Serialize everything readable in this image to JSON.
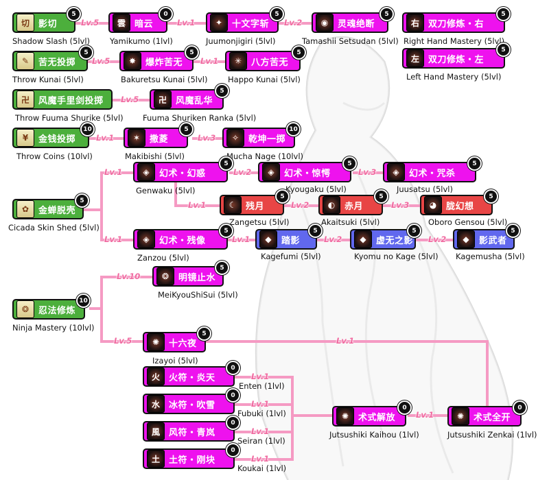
{
  "nodes": {
    "shadow_slash": {
      "title": "影切",
      "badge": "5",
      "name": "Shadow Slash (5lvl)",
      "icon": "切"
    },
    "yamikumo": {
      "title": "暗云",
      "badge": "0",
      "name": "Yamikumo (1lvl)",
      "icon": "雲"
    },
    "juumonjigiri": {
      "title": "十文字斩",
      "badge": "5",
      "name": "Juumonjigiri (5lvl)",
      "icon": "✦"
    },
    "tamashii": {
      "title": "灵魂绝断",
      "badge": "5",
      "name": "Tamashii Setsudan (5lvl)",
      "icon": "◉"
    },
    "right_hand": {
      "title": "双刀修炼・右",
      "badge": "5",
      "name": "Right Hand Mastery (5lvl)",
      "icon": "右"
    },
    "left_hand": {
      "title": "双刀修炼・左",
      "badge": "5",
      "name": "Left Hand Mastery (5lvl)",
      "icon": "左"
    },
    "throw_kunai": {
      "title": "苦无投掷",
      "badge": "5",
      "name": "Throw Kunai (5lvl)",
      "icon": "✎"
    },
    "bakuretsu": {
      "title": "爆炸苦无",
      "badge": "5",
      "name": "Bakuretsu Kunai (5lvl)",
      "icon": "✸"
    },
    "happo": {
      "title": "八方苦无",
      "badge": "5",
      "name": "Happo Kunai (5lvl)",
      "icon": "✳"
    },
    "fuuma_shurike": {
      "title": "风魔手里剑投掷",
      "badge": "5",
      "name": "Throw Fuuma Shurike (5lvl)",
      "icon": "卍"
    },
    "fuuma_ranka": {
      "title": "风魔乱华",
      "badge": "5",
      "name": "Fuuma Shuriken Ranka (5lvl)",
      "icon": "卍"
    },
    "throw_coins": {
      "title": "金钱投掷",
      "badge": "10",
      "name": "Throw Coins (10lvl)",
      "icon": "¥"
    },
    "makibishi": {
      "title": "撒菱",
      "badge": "5",
      "name": "Makibishi (5lvl)",
      "icon": "✶"
    },
    "mucha_nage": {
      "title": "乾坤一掷",
      "badge": "10",
      "name": "Mucha Nage (10lvl)",
      "icon": "✧"
    },
    "cicada": {
      "title": "金蝉脱壳",
      "badge": "5",
      "name": "Cicada Skin Shed (5lvl)",
      "icon": "✿"
    },
    "genwaku": {
      "title": "幻术・幻惑",
      "badge": "5",
      "name": "Genwaku (5lvl)",
      "icon": "◈"
    },
    "kyougaku": {
      "title": "幻术・惊愕",
      "badge": "5",
      "name": "Kyougaku (5lvl)",
      "icon": "◈"
    },
    "juusatsu": {
      "title": "幻术・咒杀",
      "badge": "5",
      "name": "Juusatsu (5lvl)",
      "icon": "◈"
    },
    "zangetsu": {
      "title": "残月",
      "badge": "5",
      "name": "Zangetsu (5lvl)",
      "icon": "☾"
    },
    "akaitsuki": {
      "title": "赤月",
      "badge": "5",
      "name": "Akaitsuki (5lvl)",
      "icon": "◐"
    },
    "oboro": {
      "title": "胧幻想",
      "badge": "5",
      "name": "Oboro Gensou (5lvl)",
      "icon": "◕"
    },
    "zanzou": {
      "title": "幻术・残像",
      "badge": "5",
      "name": "Zanzou (5lvl)",
      "icon": "◈"
    },
    "kagefumi": {
      "title": "踏影",
      "badge": "5",
      "name": "Kagefumi (5lvl)",
      "icon": "◆"
    },
    "kyomu": {
      "title": "虚无之影",
      "badge": "5",
      "name": "Kyomu no Kage (5lvl)",
      "icon": "◆"
    },
    "kagemusha": {
      "title": "影武者",
      "badge": "5",
      "name": "Kagemusha (5lvl)",
      "icon": "◆"
    },
    "meikyou": {
      "title": "明镜止水",
      "badge": "5",
      "name": "MeiKyouShiSui (5lvl)",
      "icon": "❂"
    },
    "ninja_mastery": {
      "title": "忍法修炼",
      "badge": "10",
      "name": "Ninja Mastery (10lvl)",
      "icon": "❂"
    },
    "izayoi": {
      "title": "十六夜",
      "badge": "5",
      "name": "Izayoi (5lvl)",
      "icon": "✺"
    },
    "enten": {
      "title": "火符・炎天",
      "badge": "0",
      "name": "Enten (1lvl)",
      "icon": "火"
    },
    "fubuki": {
      "title": "冰符・吹雪",
      "badge": "0",
      "name": "Fubuki (1lvl)",
      "icon": "水"
    },
    "seiran": {
      "title": "风符・青岚",
      "badge": "0",
      "name": "Seiran (1lvl)",
      "icon": "風"
    },
    "koukai": {
      "title": "土符・刚块",
      "badge": "0",
      "name": "Koukai (1lvl)",
      "icon": "土"
    },
    "kaihou": {
      "title": "术式解放",
      "badge": "0",
      "name": "Jutsushiki Kaihou (1lvl)",
      "icon": "✺"
    },
    "zenkai": {
      "title": "术式全开",
      "badge": "0",
      "name": "Jutsushiki Zenkai (1lvl)",
      "icon": "✺"
    }
  },
  "edge_labels": {
    "e1": "Lv.5",
    "e2": "Lv.1",
    "e3": "Lv.2",
    "e4": "Lv.5",
    "e5": "Lv.1",
    "e6": "Lv.5",
    "e7": "Lv.1",
    "e8": "Lv.3",
    "e9": "Lv.1",
    "e10": "Lv.2",
    "e11": "Lv.3",
    "e12": "Lv.1",
    "e13": "Lv.2",
    "e14": "Lv.3",
    "e15": "Lv.1",
    "e16": "Lv.1",
    "e17": "Lv.2",
    "e18": "Lv.2",
    "e19": "Lv.10",
    "e20": "Lv.5",
    "e21": "Lv.1",
    "e22": "Lv.1",
    "e23": "Lv.1",
    "e24": "Lv.1",
    "e25": "Lv.1",
    "e26": "Lv.1"
  },
  "colors": {
    "green": "#4caf3c",
    "magenta": "#ee12ee",
    "red": "#e84545",
    "blue": "#6168ee",
    "connector": "#f59ac3"
  }
}
